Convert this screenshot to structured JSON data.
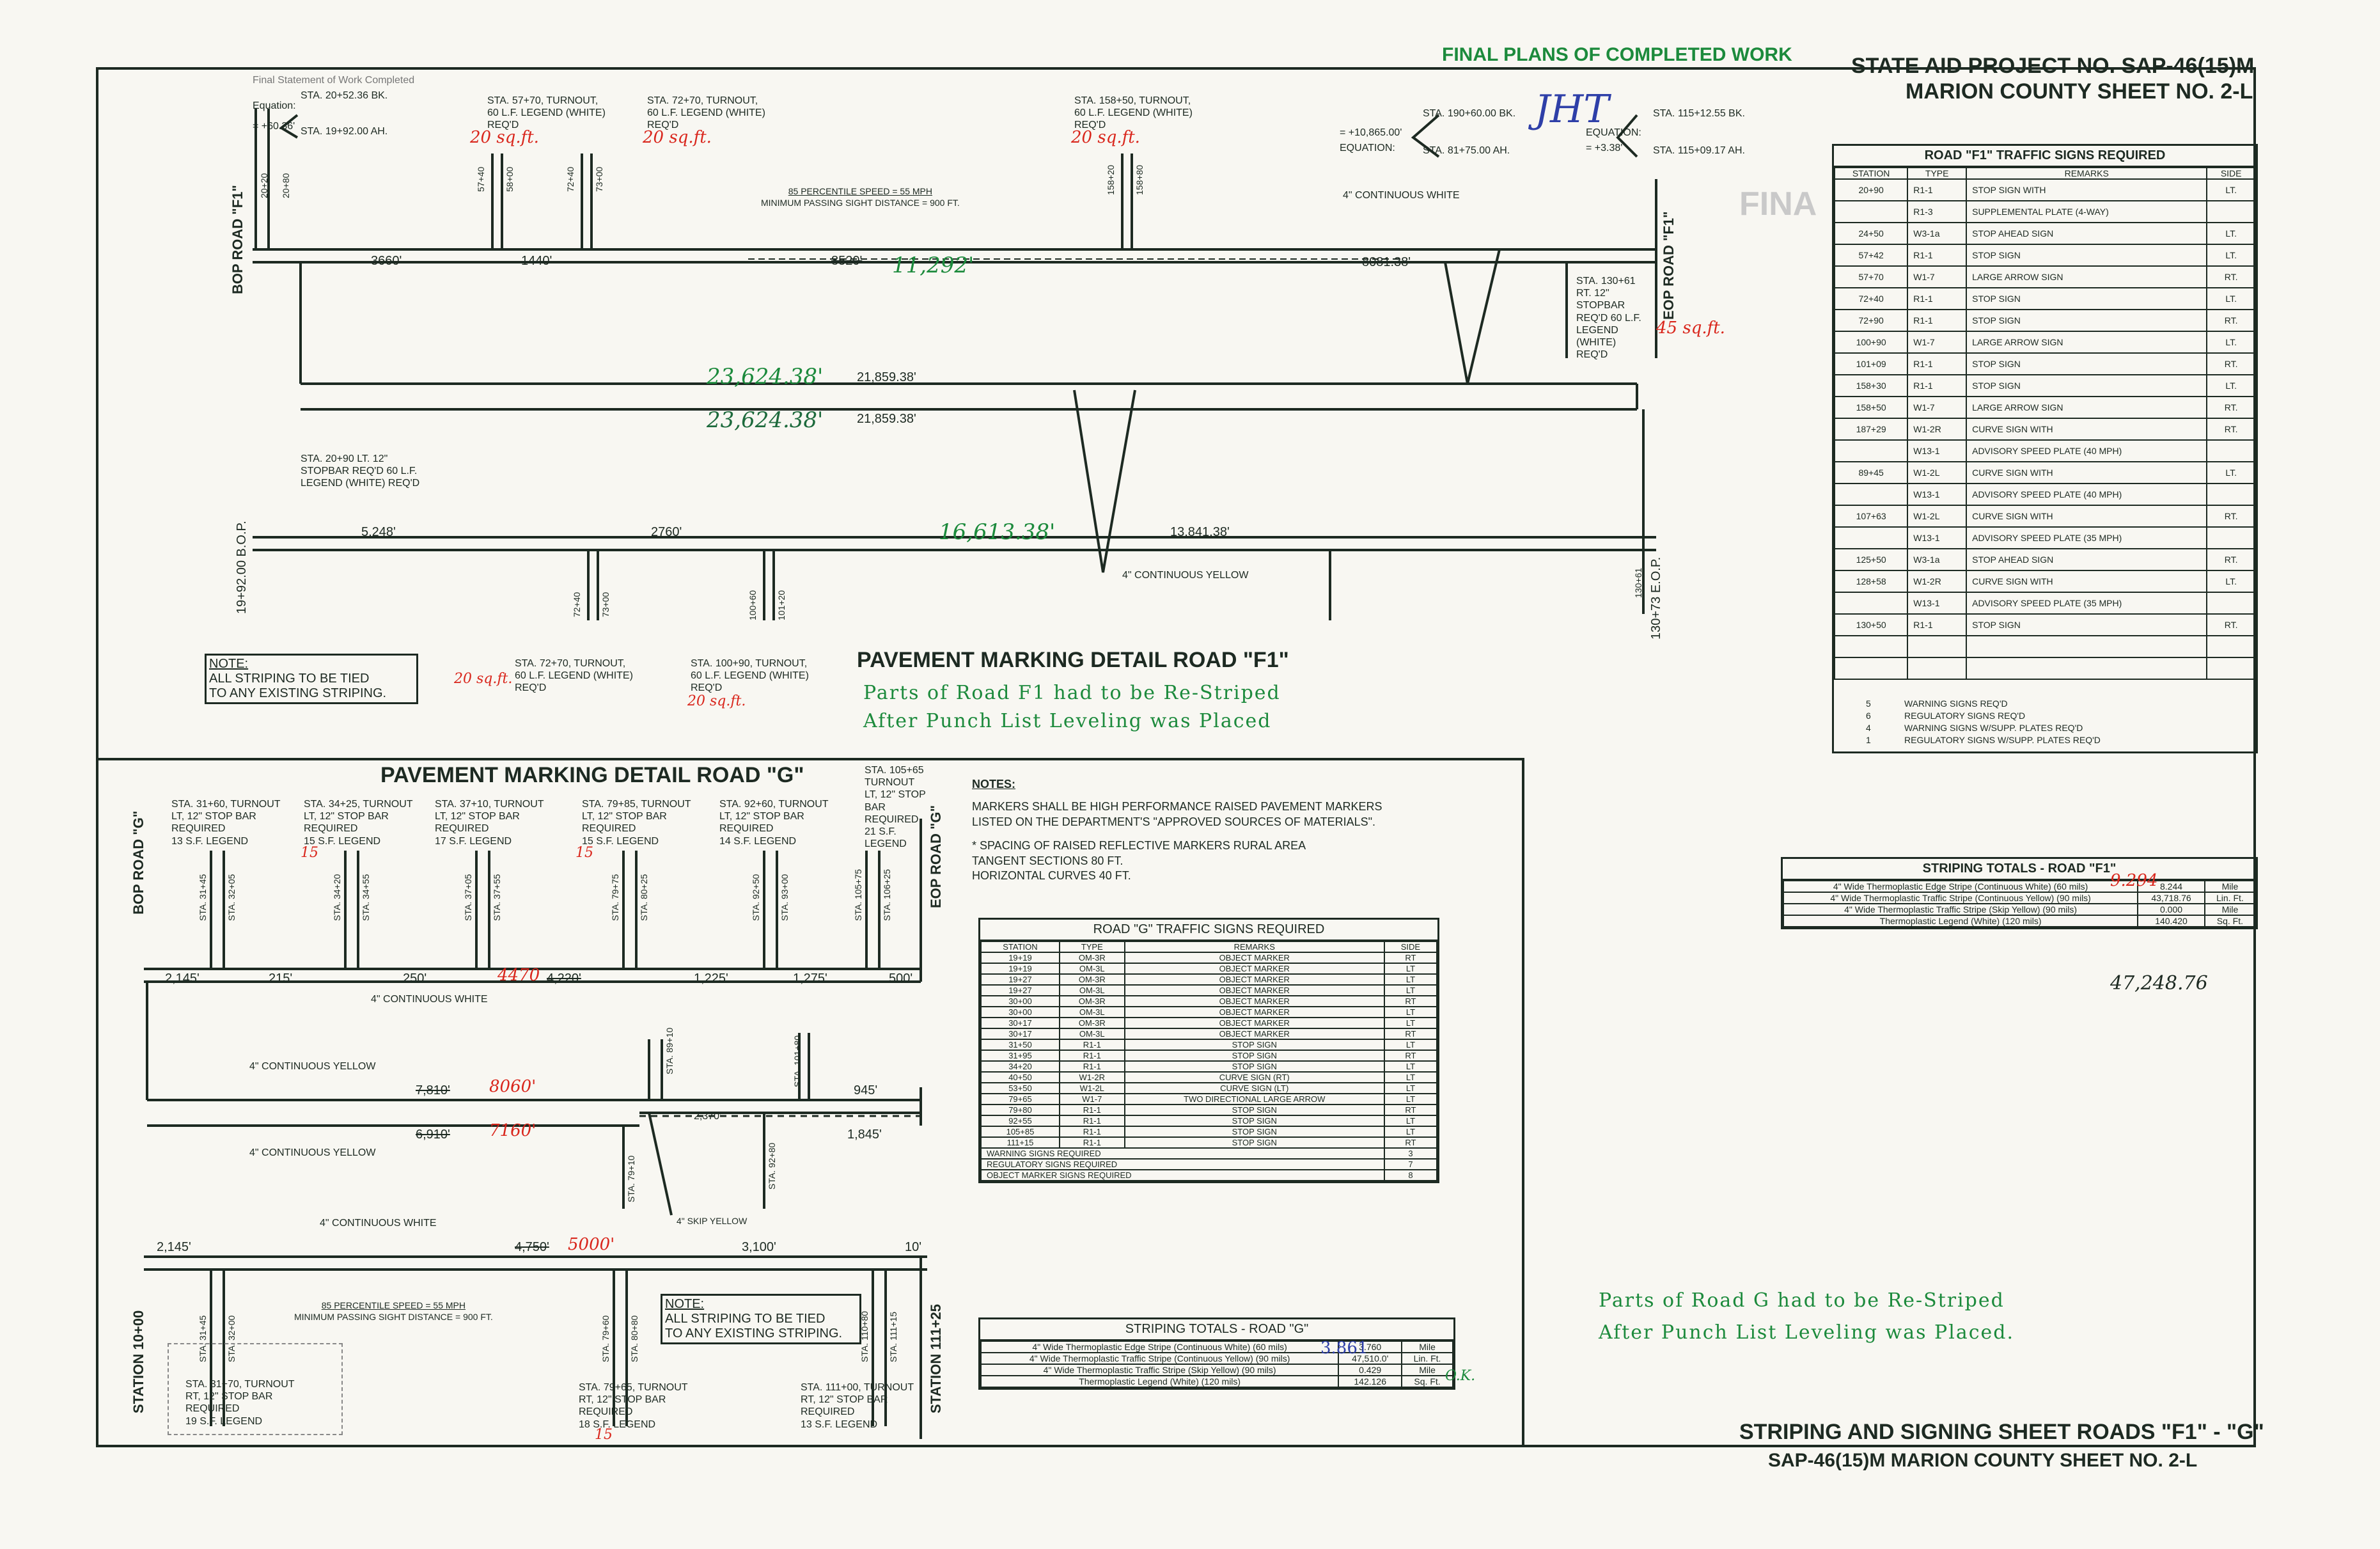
{
  "stamp": {
    "final_statement": "Final Statement of Work Completed",
    "final_plans": "FINAL PLANS OF COMPLETED WORK",
    "final_watermark": "FINA",
    "initials": "JHT"
  },
  "header": {
    "project": "STATE AID PROJECT NO. SAP-46(15)M",
    "county_sheet": "MARION COUNTY  SHEET NO. 2-L"
  },
  "footer": {
    "title": "STRIPING AND SIGNING SHEET  ROADS \"F1\" - \"G\"",
    "sub": "SAP-46(15)M  MARION COUNTY  SHEET NO. 2-L"
  },
  "f1": {
    "title": "PAVEMENT MARKING DETAIL ROAD \"F1\"",
    "bop": "BOP ROAD \"F1\"",
    "eop": "EOP ROAD \"F1\"",
    "bop2": "19+92.00 B.O.P.",
    "eop2": "130+73 E.O.P.",
    "eq_left": [
      "Equation:",
      "= +60.36'",
      "STA. 20+52.36 BK.",
      "STA. 19+92.00 AH."
    ],
    "eq_mid": [
      "= +10,865.00'",
      "EQUATION:",
      "STA. 190+60.00 BK.",
      "STA. 81+75.00 AH."
    ],
    "eq_right": [
      "EQUATION:",
      "= +3.38'",
      "STA. 115+12.55 BK.",
      "STA. 115+09.17 AH."
    ],
    "notes_top": [
      [
        "STA. 57+70, TURNOUT,",
        "60 L.F. LEGEND (WHITE)",
        "REQ'D"
      ],
      [
        "STA. 72+70, TURNOUT,",
        "60 L.F. LEGEND (WHITE)",
        "REQ'D"
      ],
      [
        "STA. 158+50, TURNOUT,",
        "60 L.F. LEGEND (WHITE)",
        "REQ'D"
      ]
    ],
    "speed": [
      "85 PERCENTILE SPEED = 55 MPH",
      "MINIMUM PASSING SIGHT DISTANCE = 900 FT."
    ],
    "tick_top": [
      "20+20",
      "20+80",
      "57+40",
      "58+00",
      "72+40",
      "73+00",
      "158+20",
      "158+80"
    ],
    "tick_bot": [
      "72+40",
      "73+00",
      "100+60",
      "101+20",
      "130+61"
    ],
    "dims": [
      "3660'",
      "1440'",
      "8520'",
      "8081.38'",
      "21,859.38'",
      "21,859.38'",
      "5,248'",
      "2760'",
      "13,841.38'"
    ],
    "continuous_white": "4\" CONTINUOUS WHITE",
    "continuous_yellow": "4\" CONTINUOUS YELLOW",
    "stopbar_left": [
      "STA. 20+90 LT. 12\"",
      "STOPBAR REQ'D 60 L.F.",
      "LEGEND (WHITE) REQ'D"
    ],
    "stopbar_right": [
      "STA. 130+61",
      "RT. 12\"",
      "STOPBAR",
      "REQ'D 60 L.F.",
      "LEGEND",
      "(WHITE)",
      "REQ'D"
    ],
    "notes_bot": [
      [
        "STA. 72+70, TURNOUT,",
        "60 L.F. LEGEND (WHITE)",
        "REQ'D"
      ],
      [
        "STA. 100+90, TURNOUT,",
        "60 L.F. LEGEND (WHITE)",
        "REQ'D"
      ]
    ],
    "note": [
      "NOTE:",
      "ALL STRIPING TO BE TIED",
      "TO ANY EXISTING STRIPING."
    ],
    "hand": [
      "20 sq.ft.",
      "20 sq.ft.",
      "20 sq.ft.",
      "11,292'",
      "45 sq.ft.",
      "23,624.38'",
      "23,624.38'",
      "16,613.38'",
      "20 sq.ft.",
      "20 sq.ft."
    ],
    "restripe": [
      "Parts of Road F1 had to be Re-Striped",
      "After Punch List Leveling was Placed"
    ]
  },
  "f1_signs": {
    "title": "ROAD \"F1\" TRAFFIC SIGNS REQUIRED",
    "headers": [
      "STATION",
      "TYPE",
      "REMARKS",
      "SIDE"
    ],
    "rows": [
      [
        "20+90",
        "R1-1",
        "STOP SIGN WITH",
        "LT."
      ],
      [
        "",
        "R1-3",
        "SUPPLEMENTAL PLATE (4-WAY)",
        ""
      ],
      [
        "24+50",
        "W3-1a",
        "STOP AHEAD SIGN",
        "LT."
      ],
      [
        "57+42",
        "R1-1",
        "STOP SIGN",
        "LT."
      ],
      [
        "57+70",
        "W1-7",
        "LARGE ARROW SIGN",
        "RT."
      ],
      [
        "72+40",
        "R1-1",
        "STOP SIGN",
        "LT."
      ],
      [
        "72+90",
        "R1-1",
        "STOP SIGN",
        "RT."
      ],
      [
        "100+90",
        "W1-7",
        "LARGE ARROW SIGN",
        "LT."
      ],
      [
        "101+09",
        "R1-1",
        "STOP SIGN",
        "RT."
      ],
      [
        "158+30",
        "R1-1",
        "STOP SIGN",
        "LT."
      ],
      [
        "158+50",
        "W1-7",
        "LARGE ARROW SIGN",
        "RT."
      ],
      [
        "187+29",
        "W1-2R",
        "CURVE SIGN WITH",
        "RT."
      ],
      [
        "",
        "W13-1",
        "ADVISORY SPEED PLATE (40 MPH)",
        ""
      ],
      [
        "89+45",
        "W1-2L",
        "CURVE SIGN WITH",
        "LT."
      ],
      [
        "",
        "W13-1",
        "ADVISORY SPEED PLATE (40 MPH)",
        ""
      ],
      [
        "107+63",
        "W1-2L",
        "CURVE SIGN WITH",
        "RT."
      ],
      [
        "",
        "W13-1",
        "ADVISORY SPEED PLATE (35 MPH)",
        ""
      ],
      [
        "125+50",
        "W3-1a",
        "STOP AHEAD SIGN",
        "RT."
      ],
      [
        "128+58",
        "W1-2R",
        "CURVE SIGN WITH",
        "LT."
      ],
      [
        "",
        "W13-1",
        "ADVISORY SPEED PLATE (35 MPH)",
        ""
      ],
      [
        "130+50",
        "R1-1",
        "STOP SIGN",
        "RT."
      ],
      [
        "",
        "",
        "",
        ""
      ],
      [
        "",
        "",
        "",
        ""
      ]
    ],
    "summary": [
      [
        "5",
        "WARNING SIGNS REQ'D"
      ],
      [
        "6",
        "REGULATORY SIGNS REQ'D"
      ],
      [
        "4",
        "WARNING SIGNS W/SUPP. PLATES REQ'D"
      ],
      [
        "1",
        "REGULATORY SIGNS W/SUPP. PLATES REQ'D"
      ]
    ]
  },
  "f1_totals": {
    "title": "STRIPING TOTALS - ROAD \"F1\"",
    "rows": [
      [
        "4\" Wide Thermoplastic Edge Stripe (Continuous White) (60 mils)",
        "8.244",
        "Mile"
      ],
      [
        "4\" Wide Thermoplastic Traffic Stripe (Continuous Yellow) (90 mils)",
        "43,718.76",
        "Lin. Ft."
      ],
      [
        "4\" Wide Thermoplastic Traffic Stripe (Skip Yellow) (90 mils)",
        "0.000",
        "Mile"
      ],
      [
        "Thermoplastic Legend (White) (120 mils)",
        "140.420",
        "Sq. Ft."
      ]
    ],
    "hand": [
      "9.294",
      "47,248.76"
    ]
  },
  "g": {
    "title": "PAVEMENT MARKING DETAIL ROAD \"G\"",
    "bop": "BOP ROAD \"G\"",
    "eop": "EOP ROAD \"G\"",
    "sta_left": "STATION 10+00",
    "sta_right": "STATION 111+25",
    "notes_top": [
      [
        "STA. 31+60, TURNOUT",
        "LT, 12\" STOP BAR",
        "REQUIRED",
        "13 S.F. LEGEND"
      ],
      [
        "STA. 34+25, TURNOUT",
        "LT, 12\" STOP BAR",
        "REQUIRED",
        "15 S.F. LEGEND"
      ],
      [
        "STA. 37+10, TURNOUT",
        "LT, 12\" STOP BAR",
        "REQUIRED",
        "17 S.F. LEGEND"
      ],
      [
        "STA. 79+85, TURNOUT",
        "LT, 12\" STOP BAR",
        "REQUIRED",
        "15 S.F. LEGEND"
      ],
      [
        "STA. 92+60, TURNOUT",
        "LT, 12\" STOP BAR",
        "REQUIRED",
        "14 S.F. LEGEND"
      ],
      [
        "STA. 105+65",
        "TURNOUT",
        "LT, 12\" STOP",
        "BAR",
        "REQUIRED",
        "21 S.F.",
        "LEGEND"
      ]
    ],
    "ticks_top": [
      "STA. 31+45",
      "STA. 32+05",
      "STA. 34+20",
      "STA. 34+55",
      "STA. 37+05",
      "STA. 37+55",
      "STA. 79+75",
      "STA. 80+25",
      "STA. 92+50",
      "STA. 93+00",
      "STA. 105+75",
      "STA. 106+25"
    ],
    "ticks_mid": [
      "STA. 89+10",
      "STA. 101+80",
      "STA. 79+10",
      "STA. 92+80"
    ],
    "ticks_bot": [
      "STA. 31+45",
      "STA. 32+00",
      "STA. 79+60",
      "STA. 80+80",
      "STA. 110+80",
      "STA. 111+15"
    ],
    "dims": [
      "2,145'",
      "215'",
      "250'",
      "4,220'",
      "1,225'",
      "1,275'",
      "500'",
      "7,810'",
      "945'",
      "6,910'",
      "2,370'",
      "1,845'",
      "2,145'",
      "4,750'",
      "3,100'",
      "10'"
    ],
    "continuous_white": "4\" CONTINUOUS WHITE",
    "continuous_yellow": "4\" CONTINUOUS YELLOW",
    "skip_yellow": "4\" SKIP YELLOW",
    "speed": [
      "85 PERCENTILE SPEED = 55 MPH",
      "MINIMUM PASSING SIGHT DISTANCE = 900 FT."
    ],
    "note": [
      "NOTE:",
      "ALL STRIPING TO BE TIED",
      "TO ANY EXISTING STRIPING."
    ],
    "notes_bot": [
      [
        "STA. 31+70, TURNOUT",
        "RT, 12\" STOP BAR",
        "REQUIRED",
        "19 S.F. LEGEND"
      ],
      [
        "STA. 79+65, TURNOUT",
        "RT, 12\" STOP BAR",
        "REQUIRED",
        "18 S.F. LEGEND"
      ],
      [
        "STA. 111+00, TURNOUT",
        "RT, 12\" STOP BAR",
        "REQUIRED",
        "13 S.F. LEGEND"
      ]
    ],
    "hand": [
      "4470",
      "8060'",
      "7160'",
      "5000'",
      "15",
      "15",
      "15"
    ],
    "restripe": [
      "Parts of Road G had to be Re-Striped",
      "After Punch List Leveling was Placed."
    ]
  },
  "notes": {
    "label": "NOTES:",
    "lines": [
      "MARKERS SHALL BE HIGH PERFORMANCE RAISED PAVEMENT MARKERS",
      "LISTED ON THE DEPARTMENT'S \"APPROVED SOURCES OF MATERIALS\".",
      "",
      "* SPACING OF RAISED REFLECTIVE MARKERS RURAL AREA",
      "TANGENT SECTIONS 80 FT.",
      "HORIZONTAL CURVES 40 FT."
    ]
  },
  "g_signs": {
    "title": "ROAD \"G\" TRAFFIC SIGNS REQUIRED",
    "headers": [
      "STATION",
      "TYPE",
      "REMARKS",
      "SIDE"
    ],
    "rows": [
      [
        "19+19",
        "OM-3R",
        "OBJECT MARKER",
        "RT"
      ],
      [
        "19+19",
        "OM-3L",
        "OBJECT MARKER",
        "LT"
      ],
      [
        "19+27",
        "OM-3R",
        "OBJECT MARKER",
        "LT"
      ],
      [
        "19+27",
        "OM-3L",
        "OBJECT MARKER",
        "LT"
      ],
      [
        "30+00",
        "OM-3R",
        "OBJECT MARKER",
        "RT"
      ],
      [
        "30+00",
        "OM-3L",
        "OBJECT MARKER",
        "LT"
      ],
      [
        "30+17",
        "OM-3R",
        "OBJECT MARKER",
        "LT"
      ],
      [
        "30+17",
        "OM-3L",
        "OBJECT MARKER",
        "RT"
      ],
      [
        "31+50",
        "R1-1",
        "STOP SIGN",
        "LT"
      ],
      [
        "31+95",
        "R1-1",
        "STOP SIGN",
        "RT"
      ],
      [
        "34+20",
        "R1-1",
        "STOP SIGN",
        "LT"
      ],
      [
        "40+50",
        "W1-2R",
        "CURVE SIGN (RT)",
        "LT"
      ],
      [
        "53+50",
        "W1-2L",
        "CURVE SIGN (LT)",
        "LT"
      ],
      [
        "79+65",
        "W1-7",
        "TWO DIRECTIONAL LARGE ARROW",
        "LT"
      ],
      [
        "79+80",
        "R1-1",
        "STOP SIGN",
        "RT"
      ],
      [
        "92+55",
        "R1-1",
        "STOP SIGN",
        "LT"
      ],
      [
        "105+85",
        "R1-1",
        "STOP SIGN",
        "LT"
      ],
      [
        "111+15",
        "R1-1",
        "STOP SIGN",
        "RT"
      ]
    ],
    "summary": [
      [
        "WARNING SIGNS REQUIRED",
        "3"
      ],
      [
        "REGULATORY SIGNS REQUIRED",
        "7"
      ],
      [
        "OBJECT MARKER SIGNS REQUIRED",
        "8"
      ]
    ]
  },
  "g_totals": {
    "title": "STRIPING TOTALS - ROAD \"G\"",
    "rows": [
      [
        "4\" Wide Thermoplastic Edge Stripe (Continuous White) (60 mils)",
        "3.760",
        "Mile"
      ],
      [
        "4\" Wide Thermoplastic Traffic Stripe (Continuous Yellow) (90 mils)",
        "47,510.0'",
        "Lin. Ft."
      ],
      [
        "4\" Wide Thermoplastic Traffic Stripe (Skip Yellow) (90 mils)",
        "0.429",
        "Mile"
      ],
      [
        "Thermoplastic Legend (White) (120 mils)",
        "142.126",
        "Sq. Ft."
      ]
    ],
    "hand": [
      "3.861",
      "O.K."
    ]
  }
}
